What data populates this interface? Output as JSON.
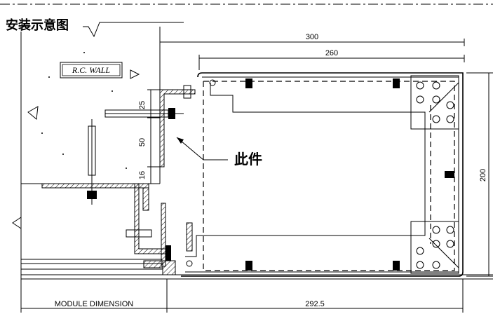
{
  "title": "安装示意图",
  "callout": "此件",
  "wall_label": "R.C. WALL",
  "dimensions": {
    "overall_width": "300",
    "inner_width": "260",
    "height": "200",
    "bottom_offset": "292.5",
    "module_label": "MODULE DIMENSION",
    "bracket_top": "25",
    "bracket_mid": "50",
    "bracket_bottom": "16"
  }
}
